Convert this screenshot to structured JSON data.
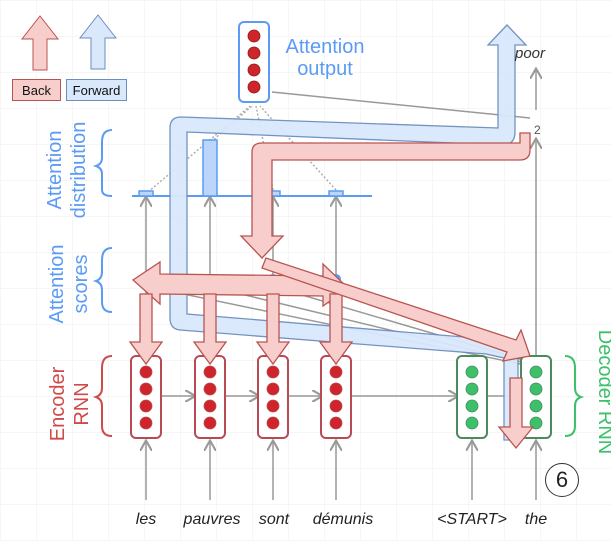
{
  "legend": {
    "back_label": "Back",
    "forward_label": "Forward",
    "back_color": "#f8cecc",
    "back_border": "#b85450",
    "forward_color": "#dae8fc",
    "forward_border": "#6c8ebf"
  },
  "labels": {
    "attention_output": "Attention output",
    "attention_output_line1": "Attention",
    "attention_output_line2": "output",
    "attention_distribution": "Attention distribution",
    "attention_distribution_line1": "Attention",
    "attention_distribution_line2": "distribution",
    "attention_scores_line1": "Attention",
    "attention_scores_line2": "scores",
    "encoder_rnn_line1": "Encoder",
    "encoder_rnn_line2": "RNN",
    "decoder_rnn": "Decoder RNN"
  },
  "source_words": [
    "les",
    "pauvres",
    "sont",
    "démunis"
  ],
  "decoder_inputs": [
    "<START>",
    "the"
  ],
  "decoder_output_word": "poor",
  "hidden_state_index": "2",
  "step_number": "6",
  "attention_weights": [
    0.05,
    0.8,
    0.05,
    0.05
  ],
  "colors": {
    "encoder_cell": "#d0242b",
    "decoder_cell": "#3cc06a",
    "attention_blue": "#5b9bf5",
    "encoder_label": "#d04a4a",
    "decoder_label": "#3cc06a"
  }
}
